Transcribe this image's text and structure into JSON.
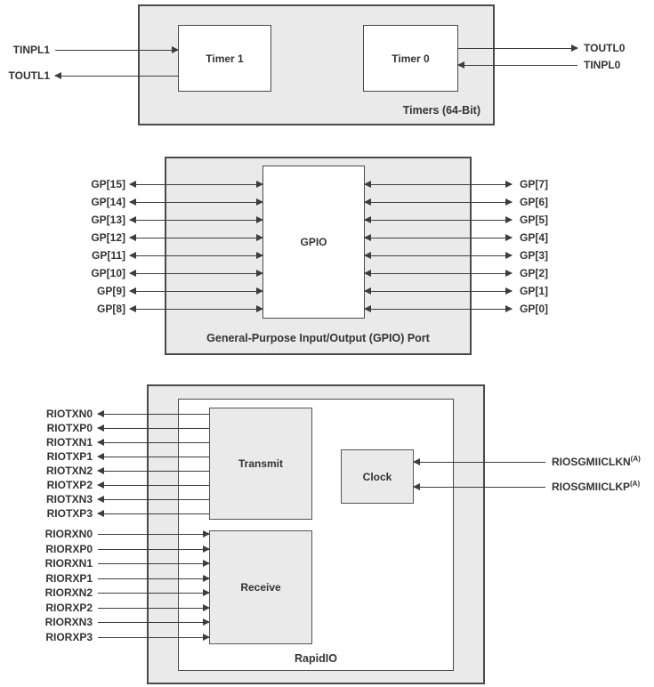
{
  "diagram": {
    "timers": {
      "title": "Timers (64-Bit)",
      "timer1_label": "Timer 1",
      "timer0_label": "Timer 0",
      "left_signals": [
        {
          "label": "TINPL1",
          "direction": "input"
        },
        {
          "label": "TOUTL1",
          "direction": "output"
        }
      ],
      "right_signals": [
        {
          "label": "TOUTL0",
          "direction": "output"
        },
        {
          "label": "TINPL0",
          "direction": "input"
        }
      ]
    },
    "gpio": {
      "title": "General-Purpose Input/Output (GPIO) Port",
      "core_label": "GPIO",
      "left_signals": [
        "GP[15]",
        "GP[14]",
        "GP[13]",
        "GP[12]",
        "GP[11]",
        "GP[10]",
        "GP[9]",
        "GP[8]"
      ],
      "right_signals": [
        "GP[7]",
        "GP[6]",
        "GP[5]",
        "GP[4]",
        "GP[3]",
        "GP[2]",
        "GP[1]",
        "GP[0]"
      ],
      "signal_direction": "bidirectional"
    },
    "rapidio": {
      "title": "RapidIO",
      "transmit_label": "Transmit",
      "receive_label": "Receive",
      "clock_label": "Clock",
      "transmit_signals": [
        "RIOTXN0",
        "RIOTXP0",
        "RIOTXN1",
        "RIOTXP1",
        "RIOTXN2",
        "RIOTXP2",
        "RIOTXN3",
        "RIOTXP3"
      ],
      "receive_signals": [
        "RIORXN0",
        "RIORXP0",
        "RIORXN1",
        "RIORXP1",
        "RIORXN2",
        "RIORXP2",
        "RIORXN3",
        "RIORXP3"
      ],
      "clock_signals": [
        {
          "label": "RIOSGMIICLKN",
          "sup": "(A)",
          "direction": "input"
        },
        {
          "label": "RIOSGMIICLKP",
          "sup": "(A)",
          "direction": "input"
        }
      ]
    },
    "colors": {
      "block_fill": "#eaeaea",
      "block_border": "#4a4a4a",
      "inner_fill": "#ffffff",
      "line": "#3d3d3d",
      "text": "#333333"
    }
  }
}
